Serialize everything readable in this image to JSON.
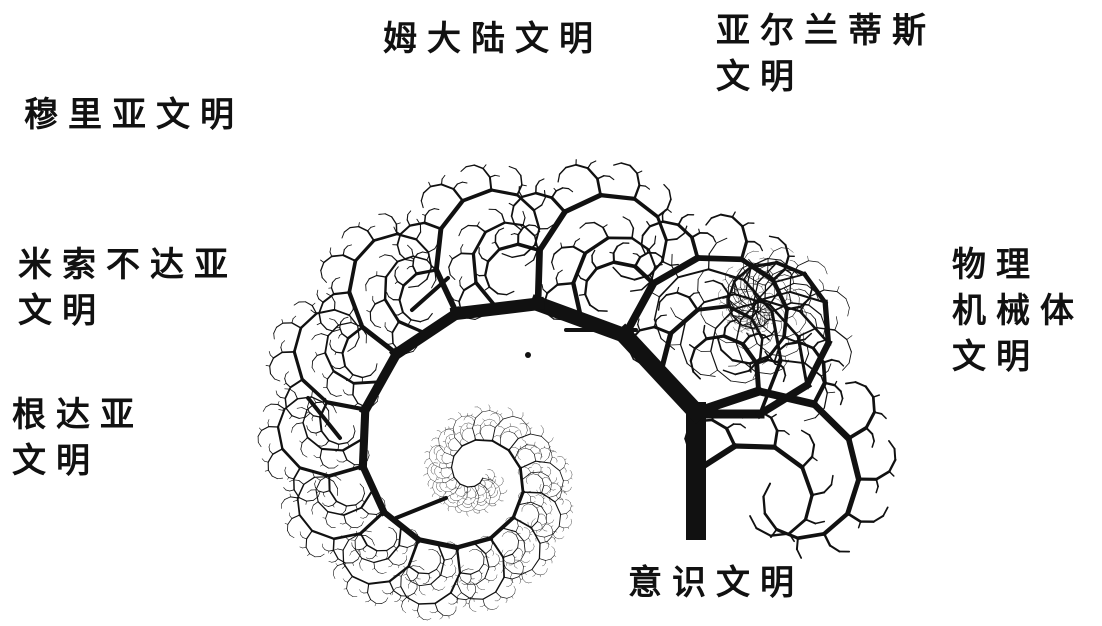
{
  "diagram": {
    "labels": {
      "muda": "姆大陆文明",
      "atlantis_line1": "亚尔兰蒂斯",
      "atlantis_line2": "文明",
      "lemuria": "穆里亚文明",
      "mesopotamia_line1": "米索不达亚",
      "mesopotamia_line2": "文明",
      "physical_line1": "物理",
      "physical_line2": "机械体",
      "physical_line3": "文明",
      "gondwana_line1": "根达亚",
      "gondwana_line2": "文明",
      "consciousness": "意识文明"
    },
    "colors": {
      "ink": "#111111",
      "background": "#ffffff"
    }
  }
}
